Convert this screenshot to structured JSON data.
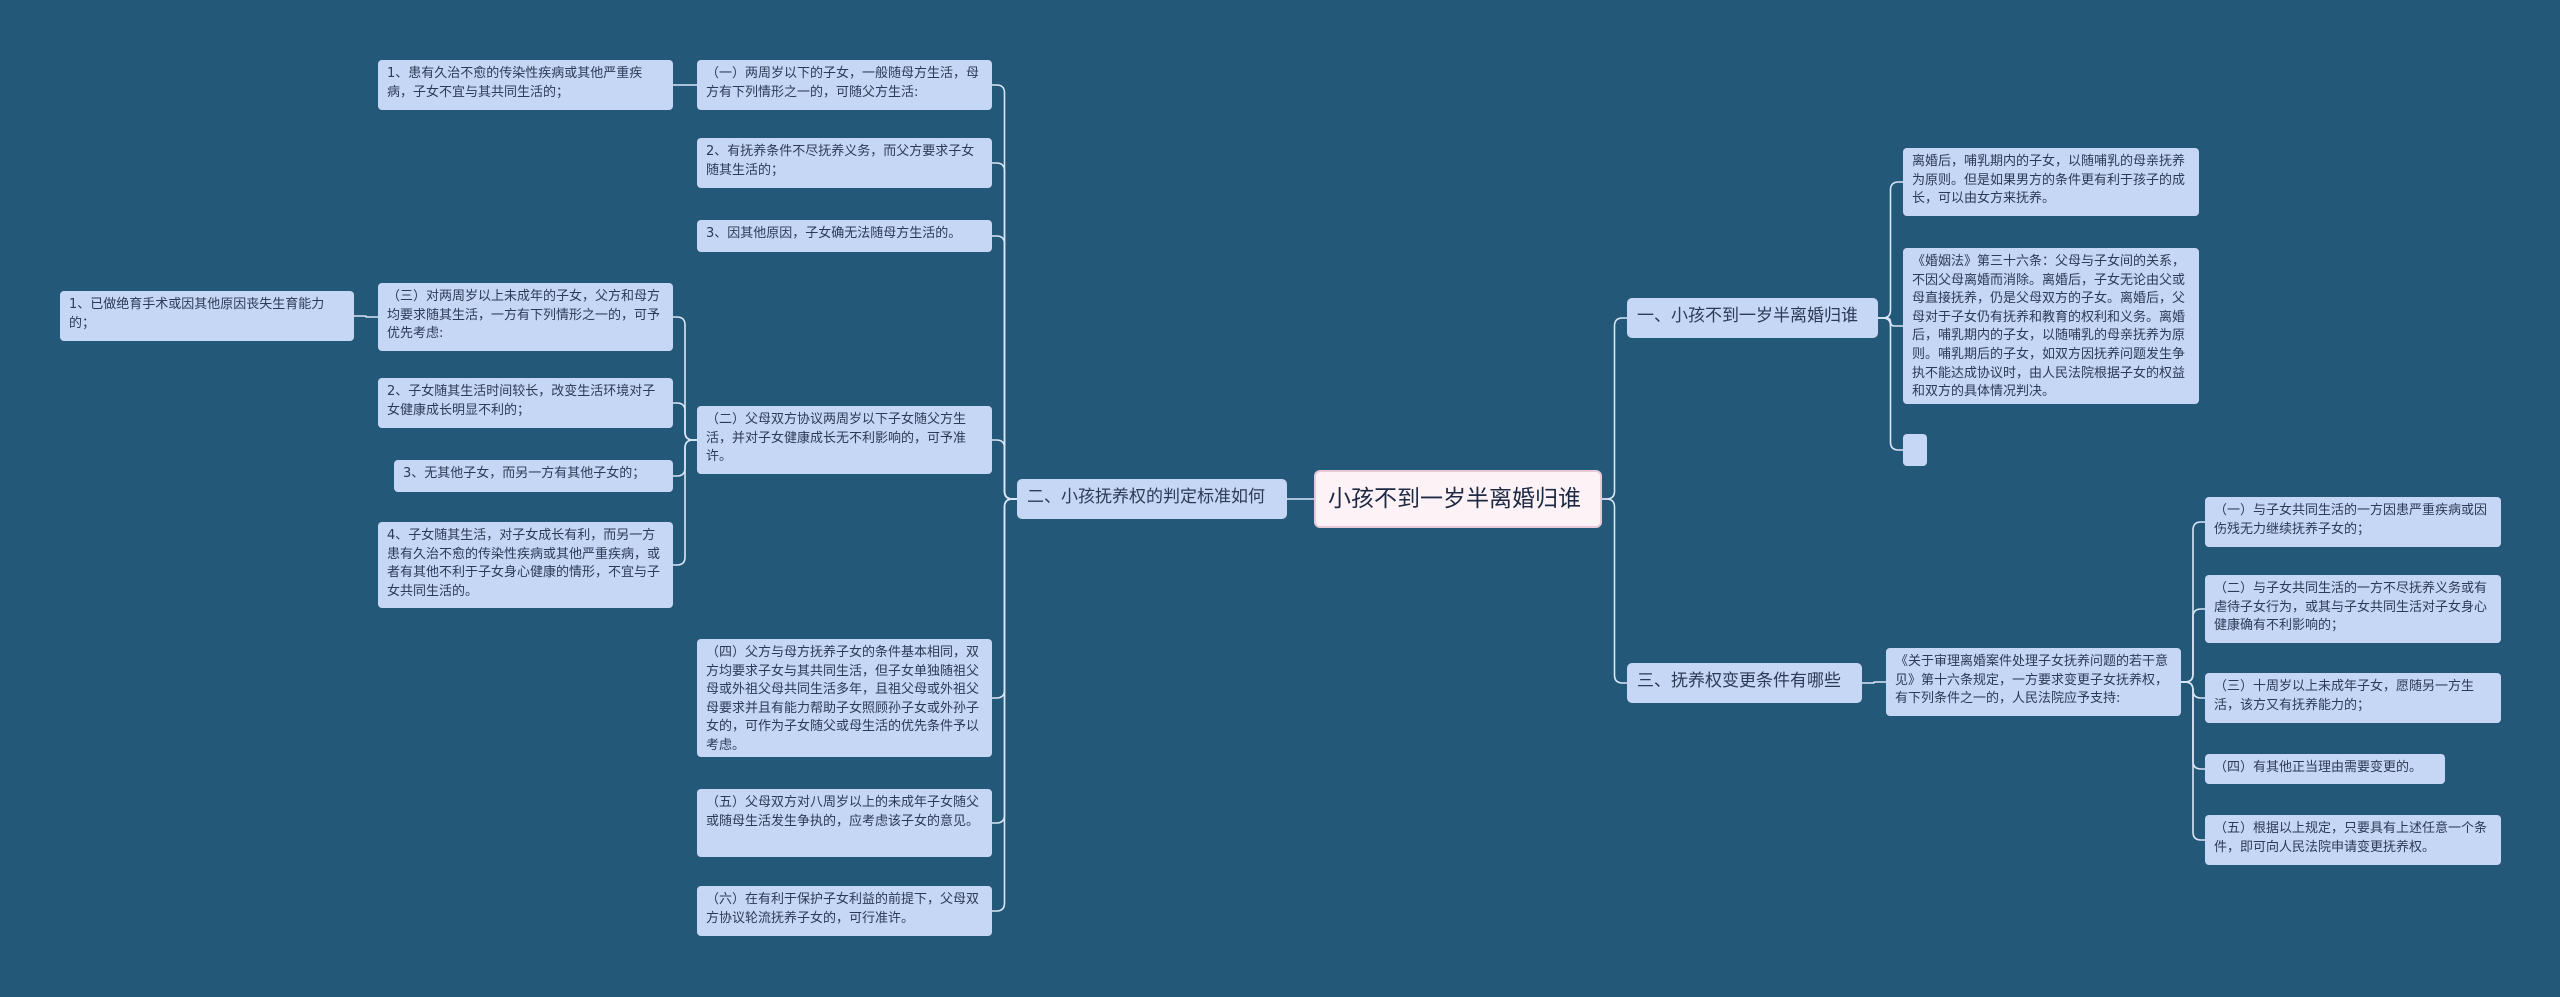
{
  "root": "小孩不到一岁半离婚归谁",
  "branches": {
    "b1": {
      "title": "一、小孩不到一岁半离婚归谁",
      "items": [
        "离婚后，哺乳期内的子女，以随哺乳的母亲抚养为原则。但是如果男方的条件更有利于孩子的成长，可以由女方来抚养。",
        "《婚姻法》第三十六条：父母与子女间的关系，不因父母离婚而消除。离婚后，子女无论由父或母直接抚养，仍是父母双方的子女。离婚后，父母对于子女仍有抚养和教育的权利和义务。离婚后，哺乳期内的子女，以随哺乳的母亲抚养为原则。哺乳期后的子女，如双方因抚养问题发生争执不能达成协议时，由人民法院根据子女的权益和双方的具体情况判决。",
        ""
      ]
    },
    "b2": {
      "title": "二、小孩抚养权的判定标准如何",
      "g1": {
        "text": "（一）两周岁以下的子女，一般随母方生活，母方有下列情形之一的，可随父方生活:",
        "child": "1、患有久治不愈的传染性疾病或其他严重疾病，子女不宜与其共同生活的；"
      },
      "g2": "2、有抚养条件不尽抚养义务，而父方要求子女随其生活的；",
      "g3": "3、因其他原因，子女确无法随母方生活的。",
      "g4": {
        "text": "（二）父母双方协议两周岁以下子女随父方生活，并对子女健康成长无不利影响的，可予准许。",
        "sub": {
          "text": "（三）对两周岁以上未成年的子女，父方和母方均要求随其生活，一方有下列情形之一的，可予优先考虑:",
          "child": "1、已做绝育手术或因其他原因丧失生育能力的；"
        },
        "c2": "2、子女随其生活时间较长，改变生活环境对子女健康成长明显不利的；",
        "c3": "3、无其他子女，而另一方有其他子女的；",
        "c4": "4、子女随其生活，对子女成长有利，而另一方患有久治不愈的传染性疾病或其他严重疾病，或者有其他不利于子女身心健康的情形，不宜与子女共同生活的。"
      },
      "g5": "（四）父方与母方抚养子女的条件基本相同，双方均要求子女与其共同生活，但子女单独随祖父母或外祖父母共同生活多年，且祖父母或外祖父母要求并且有能力帮助子女照顾孙子女或外孙子女的，可作为子女随父或母生活的优先条件予以考虑。",
      "g6": "（五）父母双方对八周岁以上的未成年子女随父或随母生活发生争执的，应考虑该子女的意见。",
      "g7": "（六）在有利于保护子女利益的前提下，父母双方协议轮流抚养子女的，可行准许。"
    },
    "b3": {
      "title": "三、抚养权变更条件有哪些",
      "mid": "《关于审理离婚案件处理子女抚养问题的若干意见》第十六条规定，一方要求变更子女抚养权，有下列条件之一的，人民法院应予支持:",
      "items": [
        "（一）与子女共同生活的一方因患严重疾病或因伤残无力继续抚养子女的；",
        "（二）与子女共同生活的一方不尽抚养义务或有虐待子女行为，或其与子女共同生活对子女身心健康确有不利影响的；",
        "（三）十周岁以上未成年子女，愿随另一方生活，该方又有抚养能力的；",
        "（四）有其他正当理由需要变更的。",
        "（五）根据以上规定，只要具有上述任意一个条件，即可向人民法院申请变更抚养权。"
      ]
    }
  },
  "colors": {
    "background": "#235878",
    "node": "#c6d7f5",
    "root": "#fdf3f7",
    "line": "#d9e6f7"
  }
}
